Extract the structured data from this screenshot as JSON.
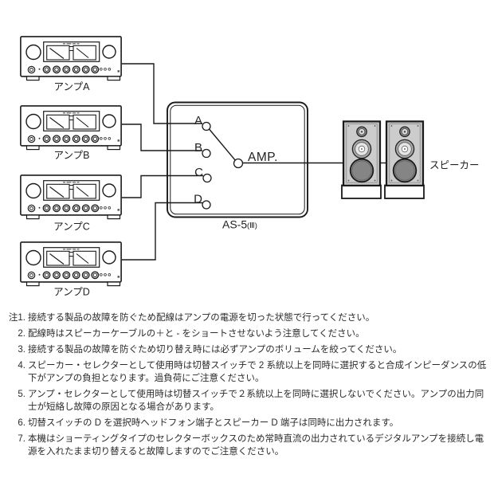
{
  "colors": {
    "line": "#1a1a1a",
    "text": "#222222",
    "speaker_cabinet_fill": "#c4c4c4",
    "woofer_fill": "#8f8f8f",
    "background": "#ffffff"
  },
  "amps": [
    {
      "id": "A",
      "label": "アンプA"
    },
    {
      "id": "B",
      "label": "アンプB"
    },
    {
      "id": "C",
      "label": "アンプC"
    },
    {
      "id": "D",
      "label": "アンプD"
    }
  ],
  "selector": {
    "terminals": [
      {
        "label": "A"
      },
      {
        "label": "B"
      },
      {
        "label": "C"
      },
      {
        "label": "D"
      }
    ],
    "output_label": "AMP.",
    "model": "AS-5",
    "model_suffix": "(Ⅲ)",
    "selected_input": "A"
  },
  "speakers": {
    "label": "スピーカー",
    "count": 2
  },
  "notes": {
    "items": [
      {
        "marker": "注1.",
        "text": "接続する製品の故障を防ぐため配線はアンプの電源を切った状態で行ってください。"
      },
      {
        "marker": "2.",
        "text": "配線時はスピーカーケーブルの＋と - をショートさせないよう注意してください。"
      },
      {
        "marker": "3.",
        "text": "接続する製品の故障を防ぐため切り替え時には必ずアンプのボリュームを絞ってください。"
      },
      {
        "marker": "4.",
        "text": "スピーカー・セレクターとして使用時は切替スイッチで 2 系統以上を同時に選択すると合成インピーダンスの低下がアンプの負担となります。過負荷にご注意ください。"
      },
      {
        "marker": "5.",
        "text": "アンプ・セレクターとして使用時は切替スイッチで２系統以上を同時に選択しないでください。アンプの出力同士が短絡し故障の原因となる場合があります。"
      },
      {
        "marker": "6.",
        "text": "切替スイッチの D を選択時ヘッドフォン端子とスピーカー D 端子は同時に出力されます。"
      },
      {
        "marker": "7.",
        "text": "本機はショーティングタイプのセレクターボックスのため常時直流の出力されているデジタルアンプを接続し電源を入れたまま切り替えると故障しますのでご注意ください。"
      }
    ]
  }
}
